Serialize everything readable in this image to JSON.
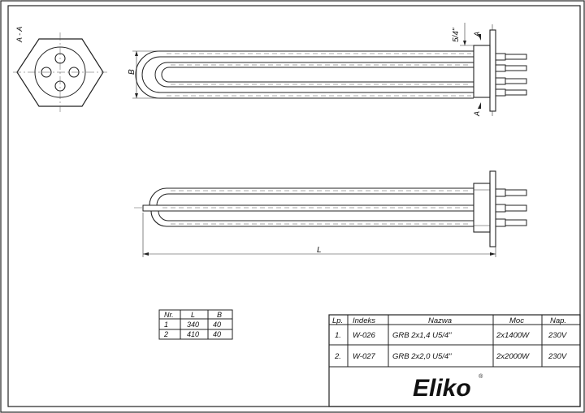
{
  "section": {
    "label": "A - A"
  },
  "top_view": {
    "thread_label": "5/4\"",
    "section_marker_top": "A",
    "section_marker_bottom": "A",
    "dimension_b": "B"
  },
  "side_view": {
    "dimension_l": "L"
  },
  "size_table": {
    "headers": [
      "Nr.",
      "L",
      "B"
    ],
    "rows": [
      [
        "1",
        "340",
        "40"
      ],
      [
        "2",
        "410",
        "40"
      ]
    ]
  },
  "parts_table": {
    "headers": [
      "Lp.",
      "Indeks",
      "Nazwa",
      "Moc",
      "Nap."
    ],
    "rows": [
      [
        "1.",
        "W-026",
        "GRB 2x1,4 U5/4\"",
        "2x1400W",
        "230V"
      ],
      [
        "2.",
        "W-027",
        "GRB 2x2,0 U5/4\"",
        "2x2000W",
        "230V"
      ]
    ]
  },
  "logo": {
    "text": "Eliko",
    "mark": "®"
  }
}
